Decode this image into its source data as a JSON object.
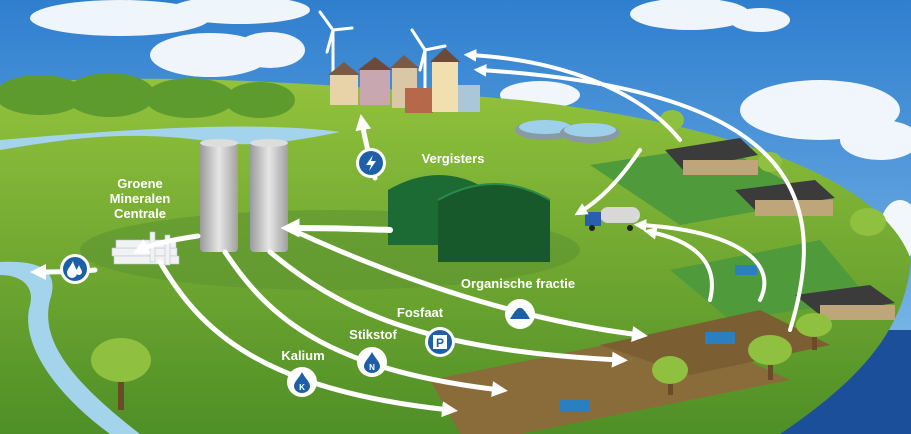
{
  "labels": {
    "vergisters": "Vergisters",
    "gmc_line1": "Groene",
    "gmc_line2": "Mineralen",
    "gmc_line3": "Centrale",
    "organische_fractie": "Organische fractie",
    "fosfaat": "Fosfaat",
    "stikstof": "Stikstof",
    "kalium": "Kalium"
  },
  "badges": {
    "electricity": {
      "icon": "lightning-icon"
    },
    "water": {
      "icon": "water-drop-icon"
    },
    "organic": {
      "icon": "pile-icon"
    },
    "phosphate": {
      "icon": "phosphate-icon",
      "letter": "P"
    },
    "nitrogen": {
      "icon": "nitrogen-drop-icon",
      "letter": "N"
    },
    "potassium": {
      "icon": "potassium-drop-icon",
      "letter": "K"
    }
  },
  "colors": {
    "sky": "#3a8ad6",
    "grass": "#6aa532",
    "badge": "#1f5fa8",
    "river": "#9fd0ea",
    "digester": "#1d6b34"
  }
}
